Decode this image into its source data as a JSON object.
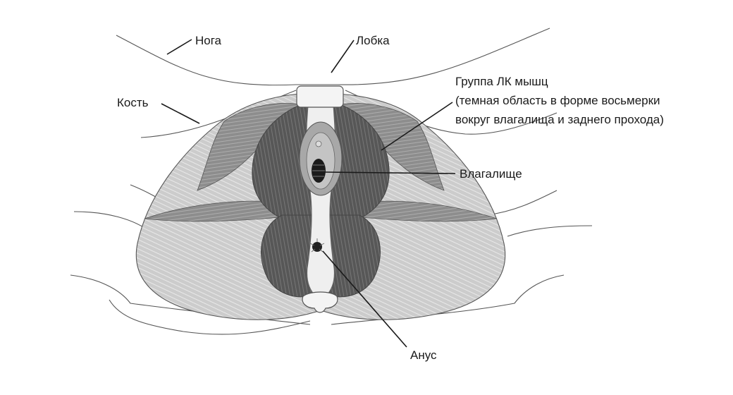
{
  "labels": {
    "leg": "Нога",
    "pubis": "Лобка",
    "bone": "Кость",
    "group_line1": "Группа ЛК мышц",
    "group_line2": "(темная область в форме восьмерки",
    "group_line3": "вокруг влагалища и заднего прохода)",
    "vagina": "Влагалище",
    "anus": "Анус"
  },
  "colors": {
    "outer_muscle": "#c9c9c9",
    "lateral_band": "#8f8f8f",
    "pc_muscle": "#5a5a5a",
    "skin": "#efefef",
    "outline": "#555555",
    "text": "#1a1a1a"
  }
}
